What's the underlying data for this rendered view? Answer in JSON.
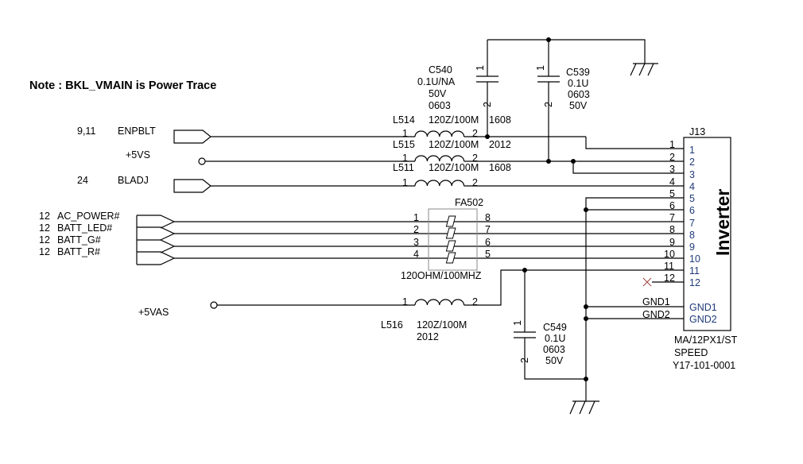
{
  "note": "Note : BKL_VMAIN is Power Trace",
  "nets": {
    "enpblt": {
      "ref": "9,11",
      "name": "ENPBLT"
    },
    "p5vs": {
      "name": "+5VS"
    },
    "bladj": {
      "ref": "24",
      "name": "BLADJ"
    },
    "ac_power": {
      "ref": "12",
      "name": "AC_POWER#"
    },
    "batt_led": {
      "ref": "12",
      "name": "BATT_LED#"
    },
    "batt_g": {
      "ref": "12",
      "name": "BATT_G#"
    },
    "batt_r": {
      "ref": "12",
      "name": "BATT_R#"
    },
    "p5vas": {
      "name": "+5VAS"
    }
  },
  "capacitors": {
    "c540": {
      "ref": "C540",
      "value": "0.1U/NA",
      "voltage": "50V",
      "package": "0603",
      "pin1": "1",
      "pin2": "2"
    },
    "c539": {
      "ref": "C539",
      "value": "0.1U",
      "package": "0603",
      "voltage": "50V",
      "pin1": "1",
      "pin2": "2"
    },
    "c549": {
      "ref": "C549",
      "value": "0.1U",
      "package": "0603",
      "voltage": "50V",
      "pin1": "1",
      "pin2": "2"
    }
  },
  "inductors": {
    "l514": {
      "ref": "L514",
      "spec": "120Z/100M",
      "size": "1608",
      "pin1": "1",
      "pin2": "2"
    },
    "l515": {
      "ref": "L515",
      "spec": "120Z/100M",
      "size": "2012",
      "pin1": "1",
      "pin2": "2"
    },
    "l511": {
      "ref": "L511",
      "spec": "120Z/100M",
      "size": "1608",
      "pin1": "1",
      "pin2": "2"
    },
    "l516": {
      "ref": "L516",
      "spec": "120Z/100M",
      "size": "2012",
      "pin1": "1",
      "pin2": "2"
    }
  },
  "array": {
    "ref": "FA502",
    "value": "120OHM/100MHZ",
    "left_pins": [
      "1",
      "2",
      "3",
      "4"
    ],
    "right_pins": [
      "8",
      "7",
      "6",
      "5"
    ]
  },
  "connector": {
    "ref": "J13",
    "title": "Inverter",
    "outer_pins": [
      "1",
      "2",
      "3",
      "4",
      "5",
      "6",
      "7",
      "8",
      "9",
      "10",
      "11",
      "12",
      "GND1",
      "GND2"
    ],
    "inner_pins": [
      "1",
      "2",
      "3",
      "4",
      "5",
      "6",
      "7",
      "8",
      "9",
      "10",
      "11",
      "12",
      "GND1",
      "GND2"
    ],
    "part": "MA/12PX1/ST",
    "speed": "SPEED",
    "part_number": "Y17-101-0001"
  },
  "colors": {
    "wire": "#000000",
    "pin_label": "#1f3a7a",
    "array_box": "#888888"
  }
}
